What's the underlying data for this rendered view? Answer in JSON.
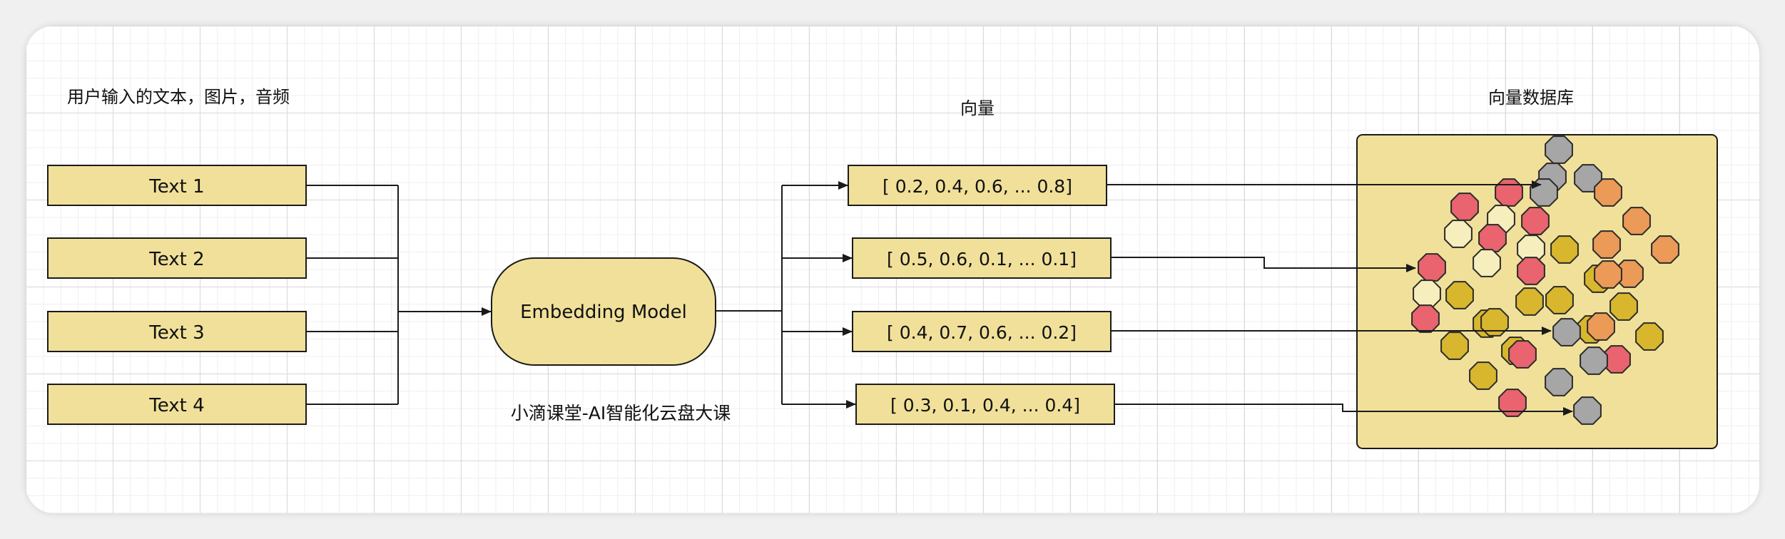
{
  "labels": {
    "input_caption": "用户输入的文本，图片，音频",
    "vector_caption": "向量",
    "db_caption": "向量数据库",
    "watermark": "小滴课堂-AI智能化云盘大课"
  },
  "inputs": [
    "Text 1",
    "Text 2",
    "Text 3",
    "Text 4"
  ],
  "model": {
    "label": "Embedding Model"
  },
  "vectors": [
    "[ 0.2, 0.4, 0.6, ... 0.8]",
    "[ 0.5, 0.6, 0.1, ... 0.1]",
    "[ 0.4, 0.7, 0.6, ... 0.2]",
    "[ 0.3, 0.1, 0.4, ... 0.4]"
  ],
  "colors": {
    "box_fill": "#f0e09a",
    "stroke": "#1a1a1a",
    "red": "#e9646e",
    "gray": "#a6a6a6",
    "yellow": "#d8b72e",
    "orange": "#eb9a57",
    "cream": "#f7eebd"
  }
}
